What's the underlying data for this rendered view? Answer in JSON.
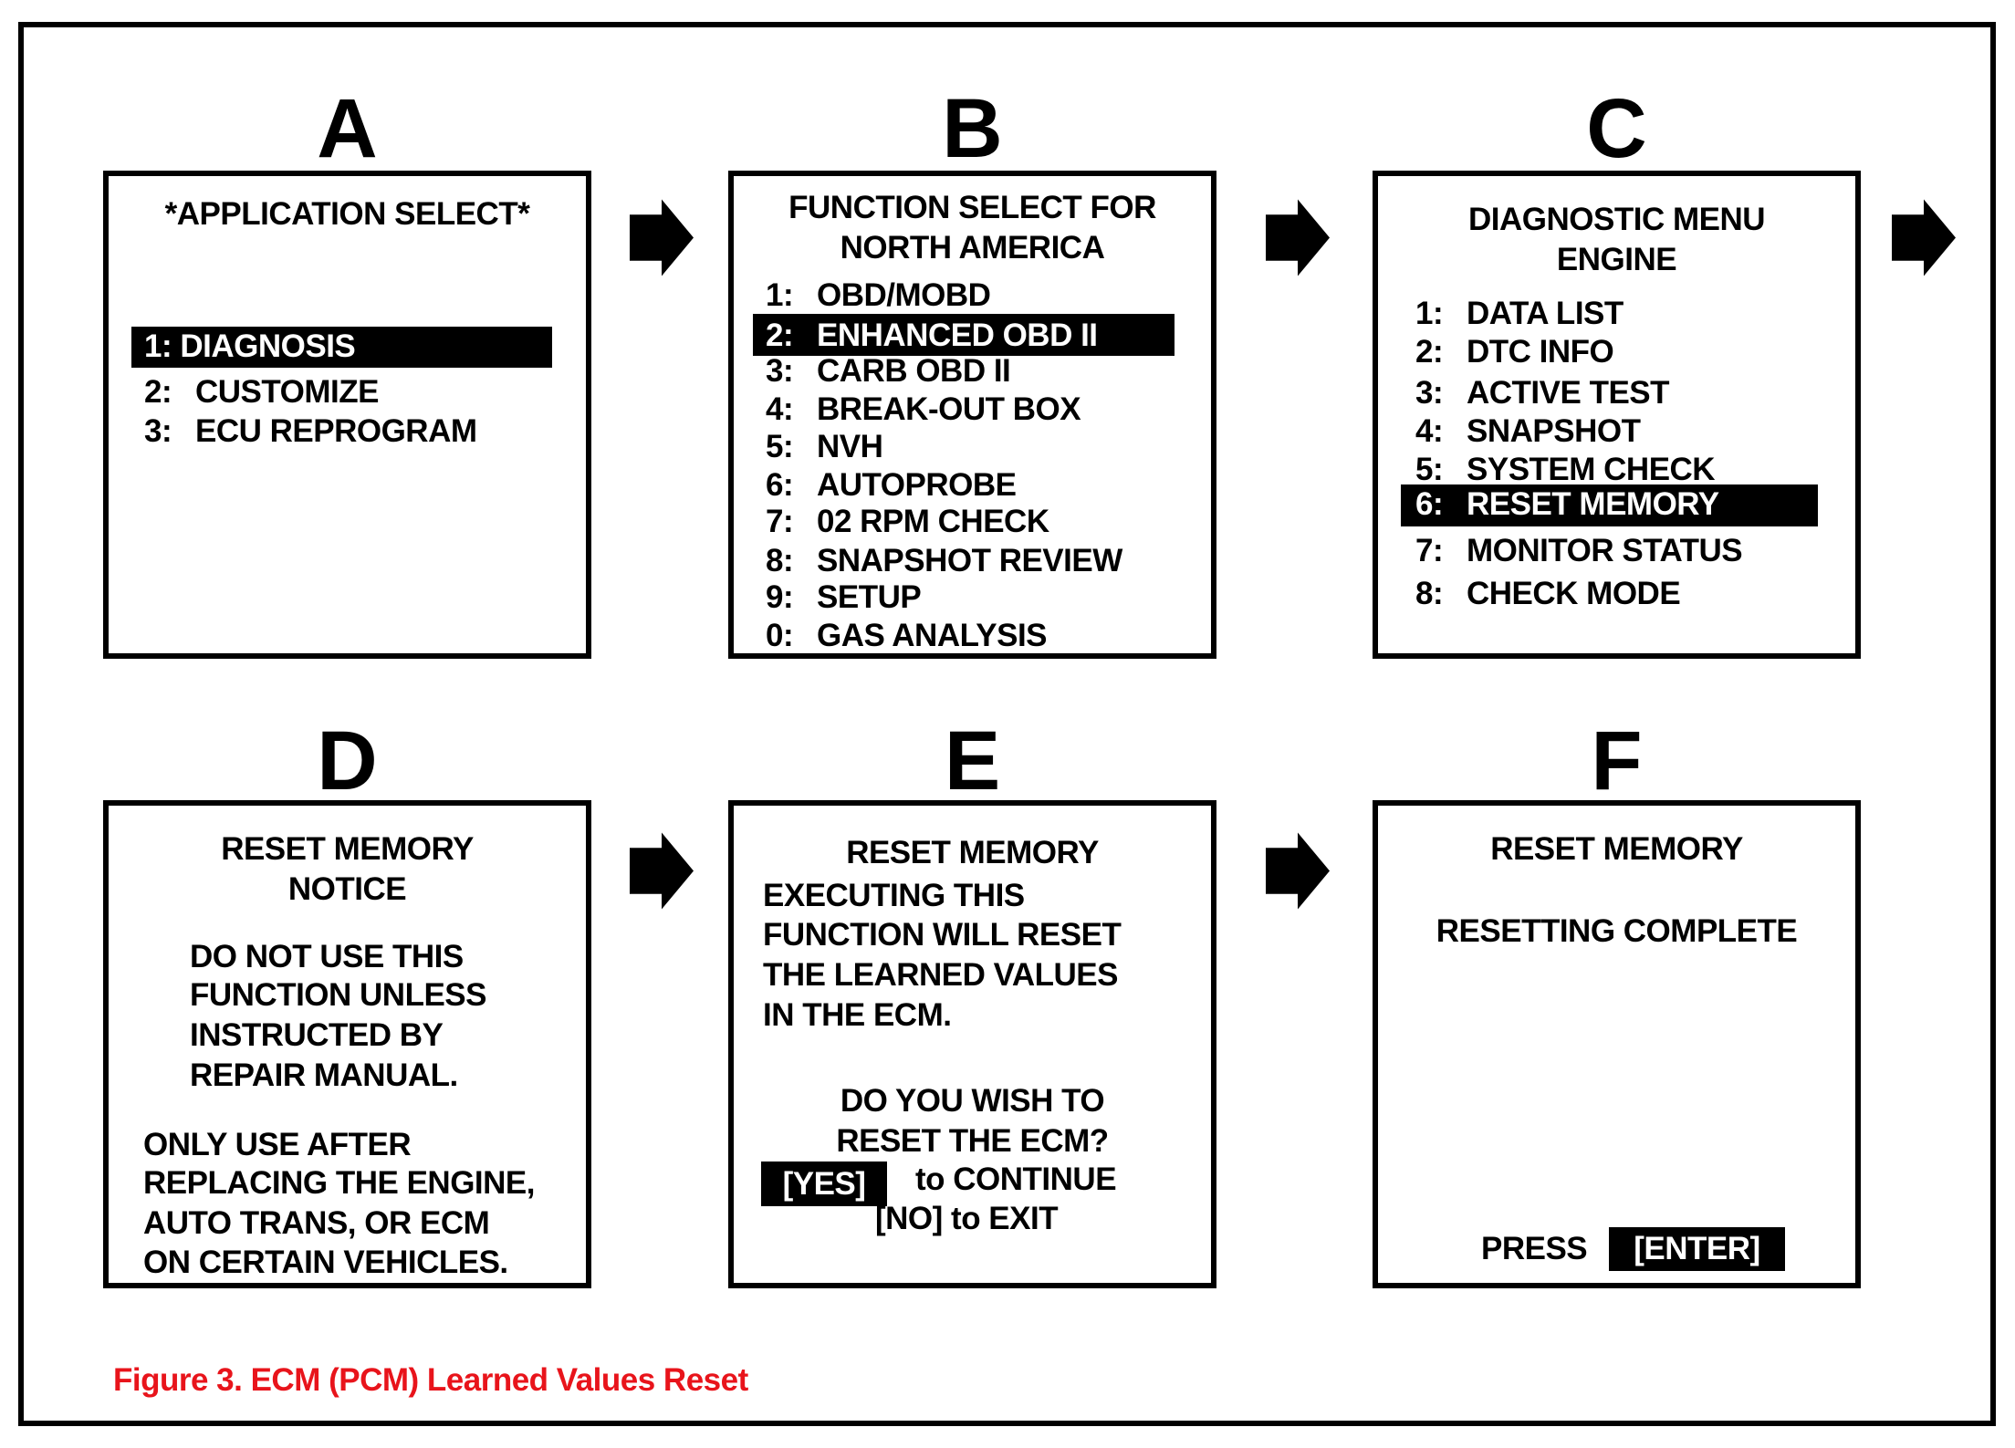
{
  "panels": {
    "a": {
      "letter": "A",
      "title": "*APPLICATION SELECT*",
      "items": [
        {
          "n": "1:",
          "label": "DIAGNOSIS"
        },
        {
          "n": "2:",
          "label": "CUSTOMIZE"
        },
        {
          "n": "3:",
          "label": "ECU REPROGRAM"
        }
      ],
      "selected_index": 0
    },
    "b": {
      "letter": "B",
      "title_lines": [
        "FUNCTION SELECT FOR",
        "NORTH AMERICA"
      ],
      "items": [
        {
          "n": "1:",
          "label": "OBD/MOBD"
        },
        {
          "n": "2:",
          "label": "ENHANCED OBD II"
        },
        {
          "n": "3:",
          "label": "CARB OBD II"
        },
        {
          "n": "4:",
          "label": "BREAK-OUT BOX"
        },
        {
          "n": "5:",
          "label": "NVH"
        },
        {
          "n": "6:",
          "label": "AUTOPROBE"
        },
        {
          "n": "7:",
          "label": "02 RPM CHECK"
        },
        {
          "n": "8:",
          "label": "SNAPSHOT REVIEW"
        },
        {
          "n": "9:",
          "label": "SETUP"
        },
        {
          "n": "0:",
          "label": "GAS ANALYSIS"
        }
      ],
      "selected_index": 1
    },
    "c": {
      "letter": "C",
      "title_lines": [
        "DIAGNOSTIC MENU",
        "ENGINE"
      ],
      "items": [
        {
          "n": "1:",
          "label": "DATA LIST"
        },
        {
          "n": "2:",
          "label": "DTC INFO"
        },
        {
          "n": "3:",
          "label": "ACTIVE TEST"
        },
        {
          "n": "4:",
          "label": "SNAPSHOT"
        },
        {
          "n": "5:",
          "label": "SYSTEM CHECK"
        },
        {
          "n": "6:",
          "label": "RESET MEMORY"
        },
        {
          "n": "7:",
          "label": "MONITOR STATUS"
        },
        {
          "n": "8:",
          "label": "CHECK MODE"
        }
      ],
      "selected_index": 5
    },
    "d": {
      "letter": "D",
      "title_lines": [
        "RESET MEMORY",
        "NOTICE"
      ],
      "para1": [
        "DO NOT USE THIS",
        "FUNCTION UNLESS",
        "INSTRUCTED BY",
        "REPAIR MANUAL."
      ],
      "para2": [
        "ONLY USE AFTER",
        "REPLACING THE ENGINE,",
        "AUTO TRANS, OR ECM",
        "ON CERTAIN VEHICLES."
      ]
    },
    "e": {
      "letter": "E",
      "title": "RESET MEMORY",
      "para1": [
        "EXECUTING THIS",
        "FUNCTION WILL RESET",
        "THE LEARNED VALUES",
        "IN THE ECM."
      ],
      "question": [
        "DO YOU WISH TO",
        "RESET THE ECM?"
      ],
      "yes_label": "[YES]",
      "yes_text": "to CONTINUE",
      "no_text": "[NO] to EXIT"
    },
    "f": {
      "letter": "F",
      "title": "RESET MEMORY",
      "status": "RESETTING COMPLETE",
      "press_label": "PRESS",
      "enter_label": "[ENTER]"
    }
  },
  "caption": "Figure 3. ECM (PCM) Learned Values Reset",
  "colors": {
    "caption": "#e8141b",
    "highlight": "#000000"
  },
  "icons": {
    "arrow": "right-arrow-icon"
  }
}
